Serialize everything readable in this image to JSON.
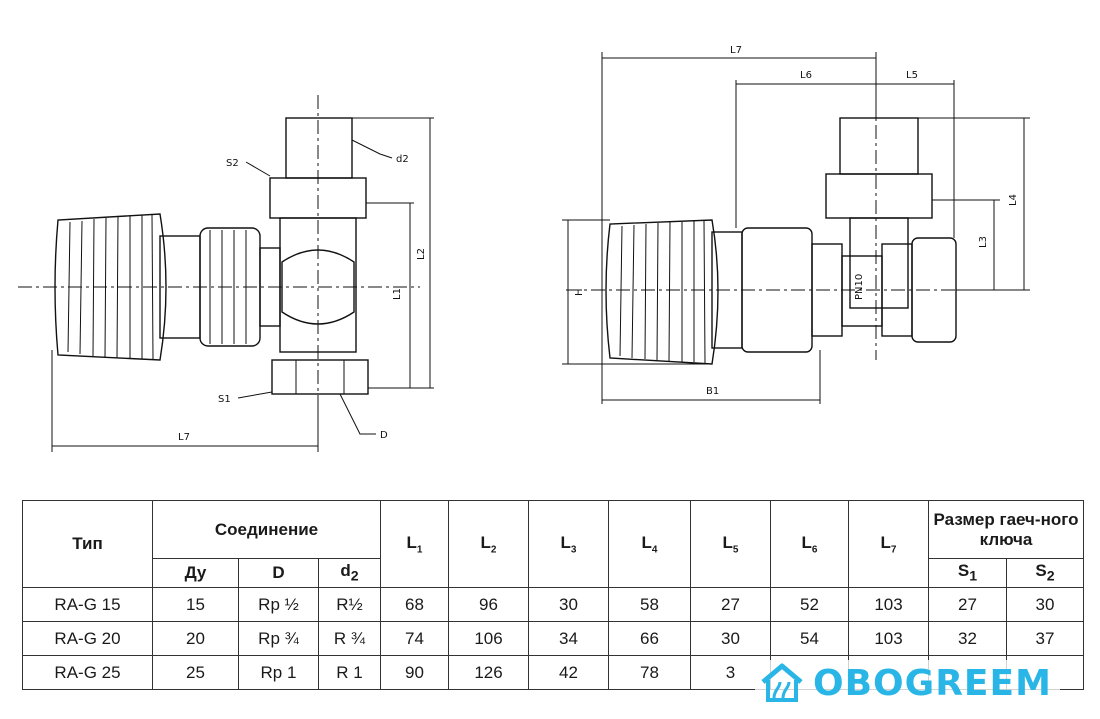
{
  "drawing_labels": {
    "left": {
      "s2": "S2",
      "d2": "d2",
      "l2": "L2",
      "l1": "L1",
      "s1": "S1",
      "d": "D",
      "l7": "L7"
    },
    "right": {
      "l7": "L7",
      "l6": "L6",
      "l5": "L5",
      "l4": "L4",
      "l3": "L3",
      "h": "H",
      "b1": "B1",
      "pn": "PN10"
    }
  },
  "table": {
    "headers": {
      "type": "Тип",
      "connection": "Соединение",
      "du": "Ду",
      "d": "D",
      "d2": {
        "base": "d",
        "sub": "2"
      },
      "wrench": "Размер гаеч-ного ключа",
      "s1": {
        "base": "S",
        "sub": "1"
      },
      "s2": {
        "base": "S",
        "sub": "2"
      },
      "l": [
        {
          "base": "L",
          "sub": "1"
        },
        {
          "base": "L",
          "sub": "2"
        },
        {
          "base": "L",
          "sub": "3"
        },
        {
          "base": "L",
          "sub": "4"
        },
        {
          "base": "L",
          "sub": "5"
        },
        {
          "base": "L",
          "sub": "6"
        },
        {
          "base": "L",
          "sub": "7"
        }
      ]
    },
    "rows": [
      [
        "RA-G 15",
        "15",
        "Rp ½",
        "R½",
        "68",
        "96",
        "30",
        "58",
        "27",
        "52",
        "103",
        "27",
        "30"
      ],
      [
        "RA-G 20",
        "20",
        "Rp ¾",
        "R ¾",
        "74",
        "106",
        "34",
        "66",
        "30",
        "54",
        "103",
        "32",
        "37"
      ],
      [
        "RA-G 25",
        "25",
        "Rp 1",
        "R 1",
        "90",
        "126",
        "42",
        "78",
        "3",
        "",
        "",
        "",
        ""
      ]
    ]
  },
  "watermark": {
    "text": "OBOGREEM",
    "icon": "house-logo-icon",
    "color": "#29b6e6"
  }
}
